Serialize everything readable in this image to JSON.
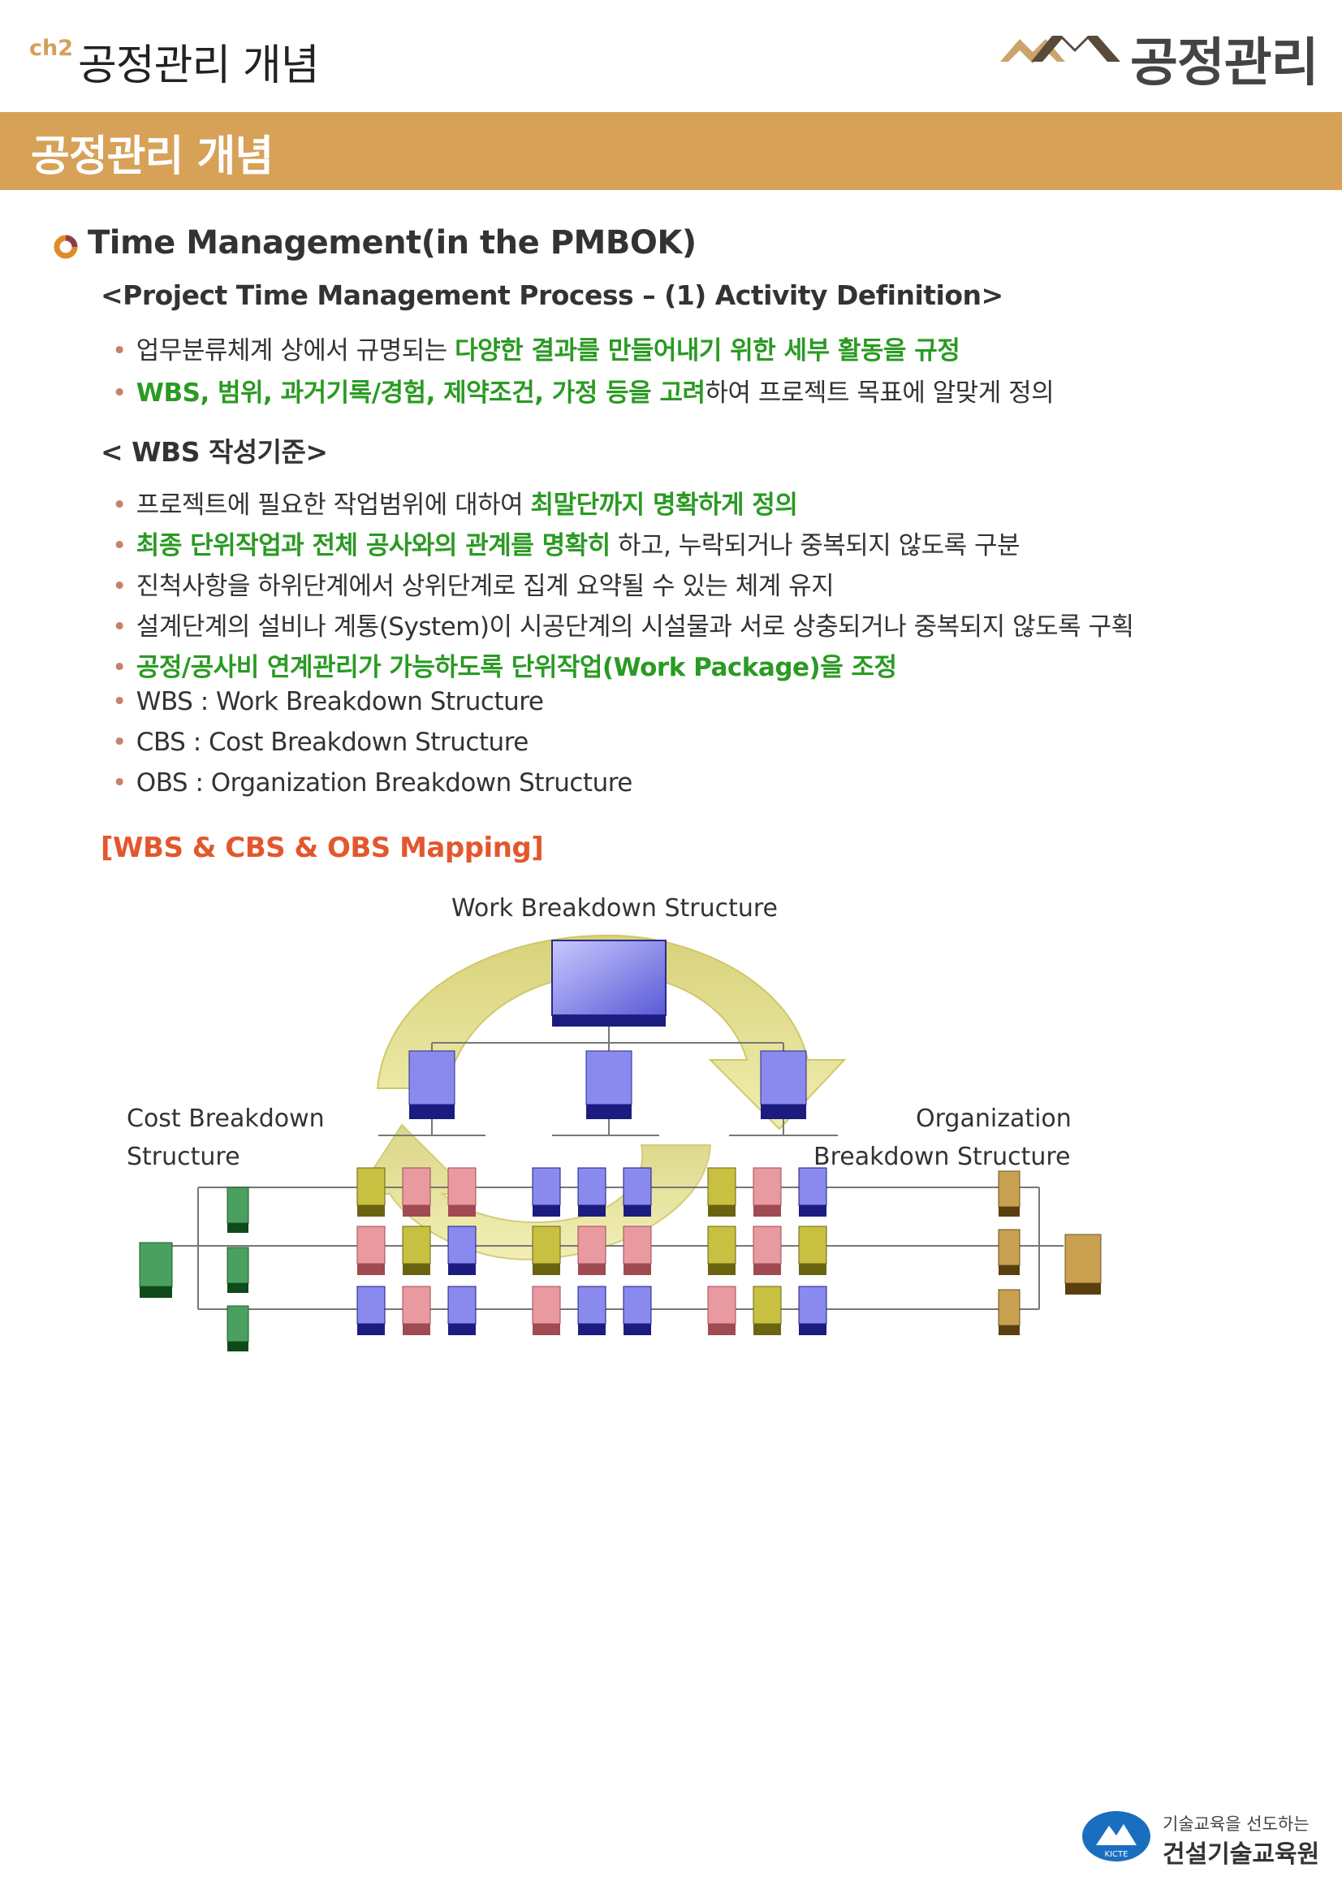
{
  "header": {
    "chapter": "ch2",
    "title": "공정관리 개념",
    "brand": "공정관리"
  },
  "band": {
    "title": "공정관리 개념"
  },
  "section": {
    "title": "Time Management(in the PMBOK)",
    "sub1": {
      "title": "<Project Time Management Process – (1) Activity Definition>",
      "bullets": [
        {
          "pre": "업무분류체계 상에서 규명되는 ",
          "em": "다양한 결과를 만들어내기 위한 세부 활동을 규정",
          "post": ""
        },
        {
          "pre": "",
          "em": "WBS, 범위, 과거기록/경험, 제약조건, 가정 등을 고려",
          "post": "하여 프로젝트 목표에 알맞게 정의"
        }
      ]
    },
    "sub2": {
      "title": "< WBS 작성기준>",
      "bullets": [
        {
          "pre": "프로젝트에 필요한 작업범위에 대하여 ",
          "em": "최말단까지 명확하게 정의",
          "post": ""
        },
        {
          "pre": "",
          "em": "최종 단위작업과 전체 공사와의 관계를 명확히",
          "post": " 하고, 누락되거나 중복되지 않도록 구분"
        },
        {
          "pre": "진척사항을 하위단계에서 상위단계로 집계 요약될 수 있는 체계 유지",
          "em": "",
          "post": ""
        },
        {
          "pre": "설계단계의 설비나 계통(System)이 시공단계의 시설물과 서로 상충되거나 중복되지 않도록 구획",
          "em": "",
          "post": ""
        },
        {
          "pre": "",
          "em": "공정/공사비 연계관리가 가능하도록 단위작업(Work Package)을 조정",
          "post": ""
        },
        {
          "pre": "WBS : Work Breakdown Structure",
          "em": "",
          "post": ""
        },
        {
          "pre": "CBS : Cost Breakdown Structure",
          "em": "",
          "post": ""
        },
        {
          "pre": "OBS : Organization Breakdown Structure",
          "em": "",
          "post": ""
        }
      ]
    }
  },
  "mapping": {
    "title": "[WBS & CBS & OBS Mapping]",
    "wbs_label": "Work Breakdown Structure",
    "cbs_label_1": "Cost Breakdown",
    "cbs_label_2": "Structure",
    "obs_label_1": "Organization",
    "obs_label_2": "Breakdown Structure"
  },
  "footer": {
    "tagline": "기술교육을 선도하는",
    "org": "건설기술교육원",
    "logo_text": "KICTE"
  },
  "colors": {
    "accent": "#d7a158",
    "highlight_green": "#2a9a23",
    "mapping_red": "#e3572e"
  }
}
